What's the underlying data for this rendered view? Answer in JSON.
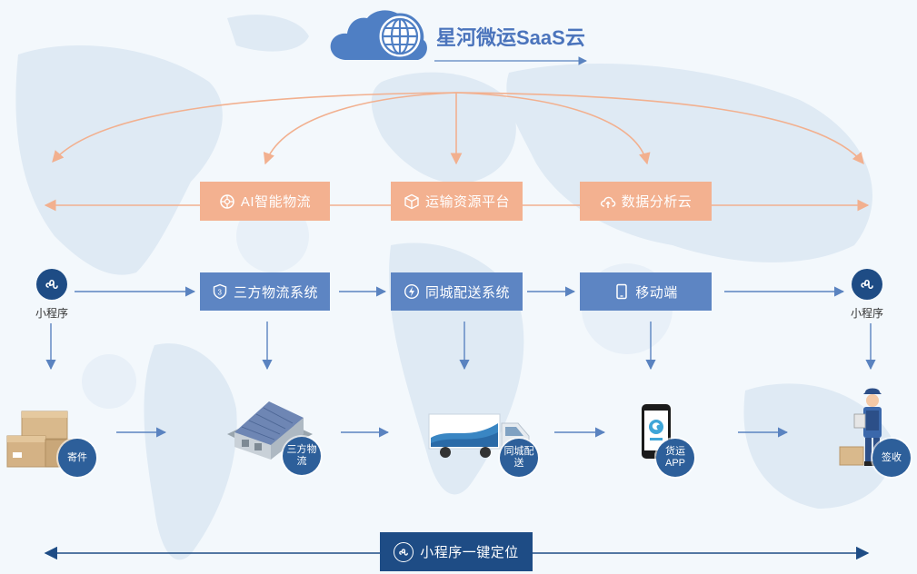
{
  "brand": {
    "name": "星河微运SaaS云",
    "icon": "globe-icon"
  },
  "cloud_services": [
    {
      "label": "AI智能物流",
      "icon": "ai-chip-icon"
    },
    {
      "label": "运输资源平台",
      "icon": "box-icon"
    },
    {
      "label": "数据分析云",
      "icon": "cloud-upload-icon"
    }
  ],
  "systems": [
    {
      "label": "三方物流系统",
      "icon": "shield-3-icon"
    },
    {
      "label": "同城配送系统",
      "icon": "lightning-icon"
    },
    {
      "label": "移动端",
      "icon": "mobile-icon"
    }
  ],
  "mini_program": {
    "left_label": "小程序",
    "right_label": "小程序",
    "icon": "miniprogram-icon"
  },
  "stages": [
    {
      "label": "寄件",
      "icon": "parcel-boxes-icon"
    },
    {
      "label": "三方物流",
      "icon": "warehouse-icon"
    },
    {
      "label": "同城配送",
      "icon": "truck-icon"
    },
    {
      "label": "货运APP",
      "icon": "smartphone-icon"
    },
    {
      "label": "签收",
      "icon": "courier-icon"
    }
  ],
  "bottom_bar": {
    "label": "小程序一键定位",
    "icon": "miniprogram-icon"
  },
  "colors": {
    "orange_box": "#f3b190",
    "orange_arrow": "#f2b08f",
    "blue_box": "#5d85c3",
    "blue_arrow": "#5a83c0",
    "navy": "#1e4c85",
    "brand_text": "#4b74bc"
  }
}
